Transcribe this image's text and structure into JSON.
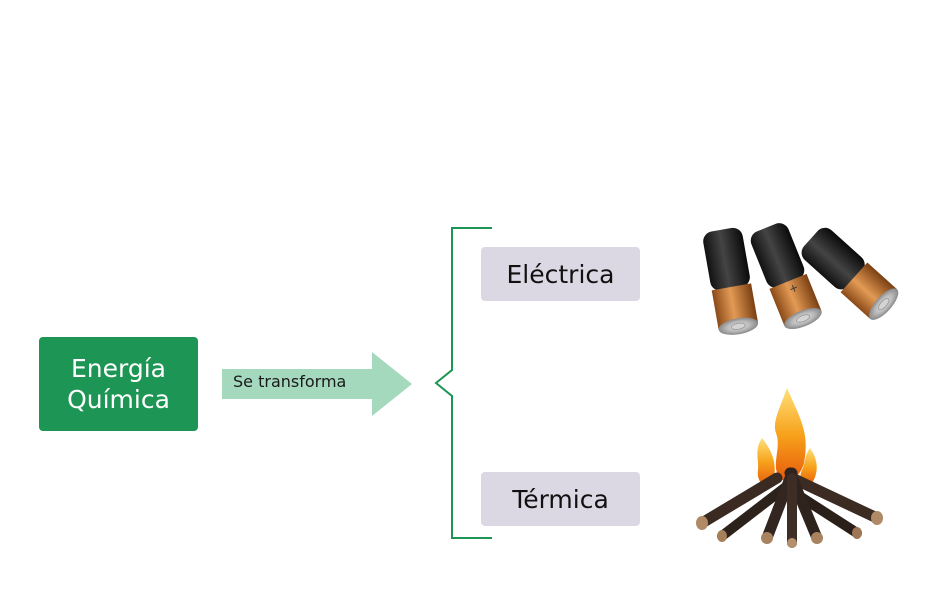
{
  "source": {
    "line1": "Energía",
    "line2": "Química"
  },
  "arrow": {
    "label": "Se transforma"
  },
  "targets": [
    {
      "label": "Eléctrica",
      "image": "batteries-image"
    },
    {
      "label": "Térmica",
      "image": "campfire-image"
    }
  ],
  "colors": {
    "source_box": "#1d9554",
    "arrow": "#a5d9bd",
    "brace": "#1d9554",
    "target_box": "#dcd8e3"
  }
}
